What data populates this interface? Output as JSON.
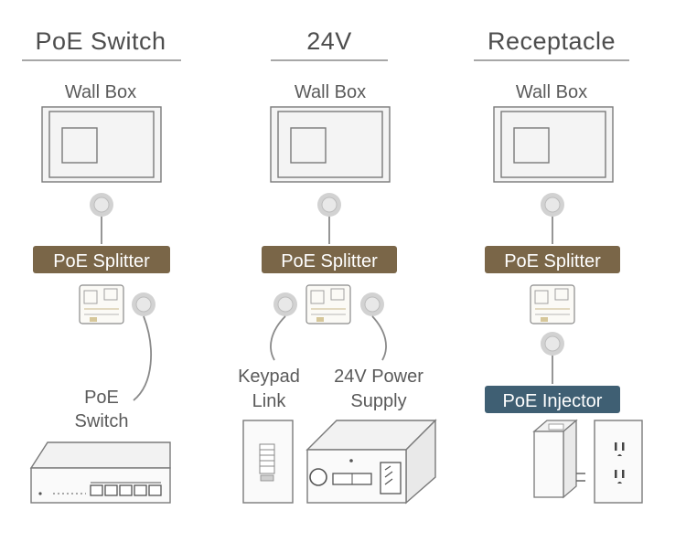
{
  "colors": {
    "text": "#4d4d4d",
    "splitter_badge": "#7a6648",
    "injector_badge": "#3f5f73",
    "connector": "#c8c8c8"
  },
  "columns": [
    {
      "title": "PoE Switch",
      "wall_box": "Wall Box",
      "splitter": "PoE Splitter",
      "power_label_line1": "PoE",
      "power_label_line2": "Switch"
    },
    {
      "title": "24V",
      "wall_box": "Wall Box",
      "splitter": "PoE Splitter",
      "keypad_line1": "Keypad",
      "keypad_line2": "Link",
      "power_line1": "24V Power",
      "power_line2": "Supply"
    },
    {
      "title": "Receptacle",
      "wall_box": "Wall Box",
      "splitter": "PoE Splitter",
      "injector": "PoE Injector"
    }
  ],
  "icons": [
    "wall-box-icon",
    "connector-icon",
    "splitter-device-icon",
    "network-switch-icon",
    "keypad-icon",
    "power-supply-icon",
    "injector-device-icon",
    "outlet-icon"
  ]
}
